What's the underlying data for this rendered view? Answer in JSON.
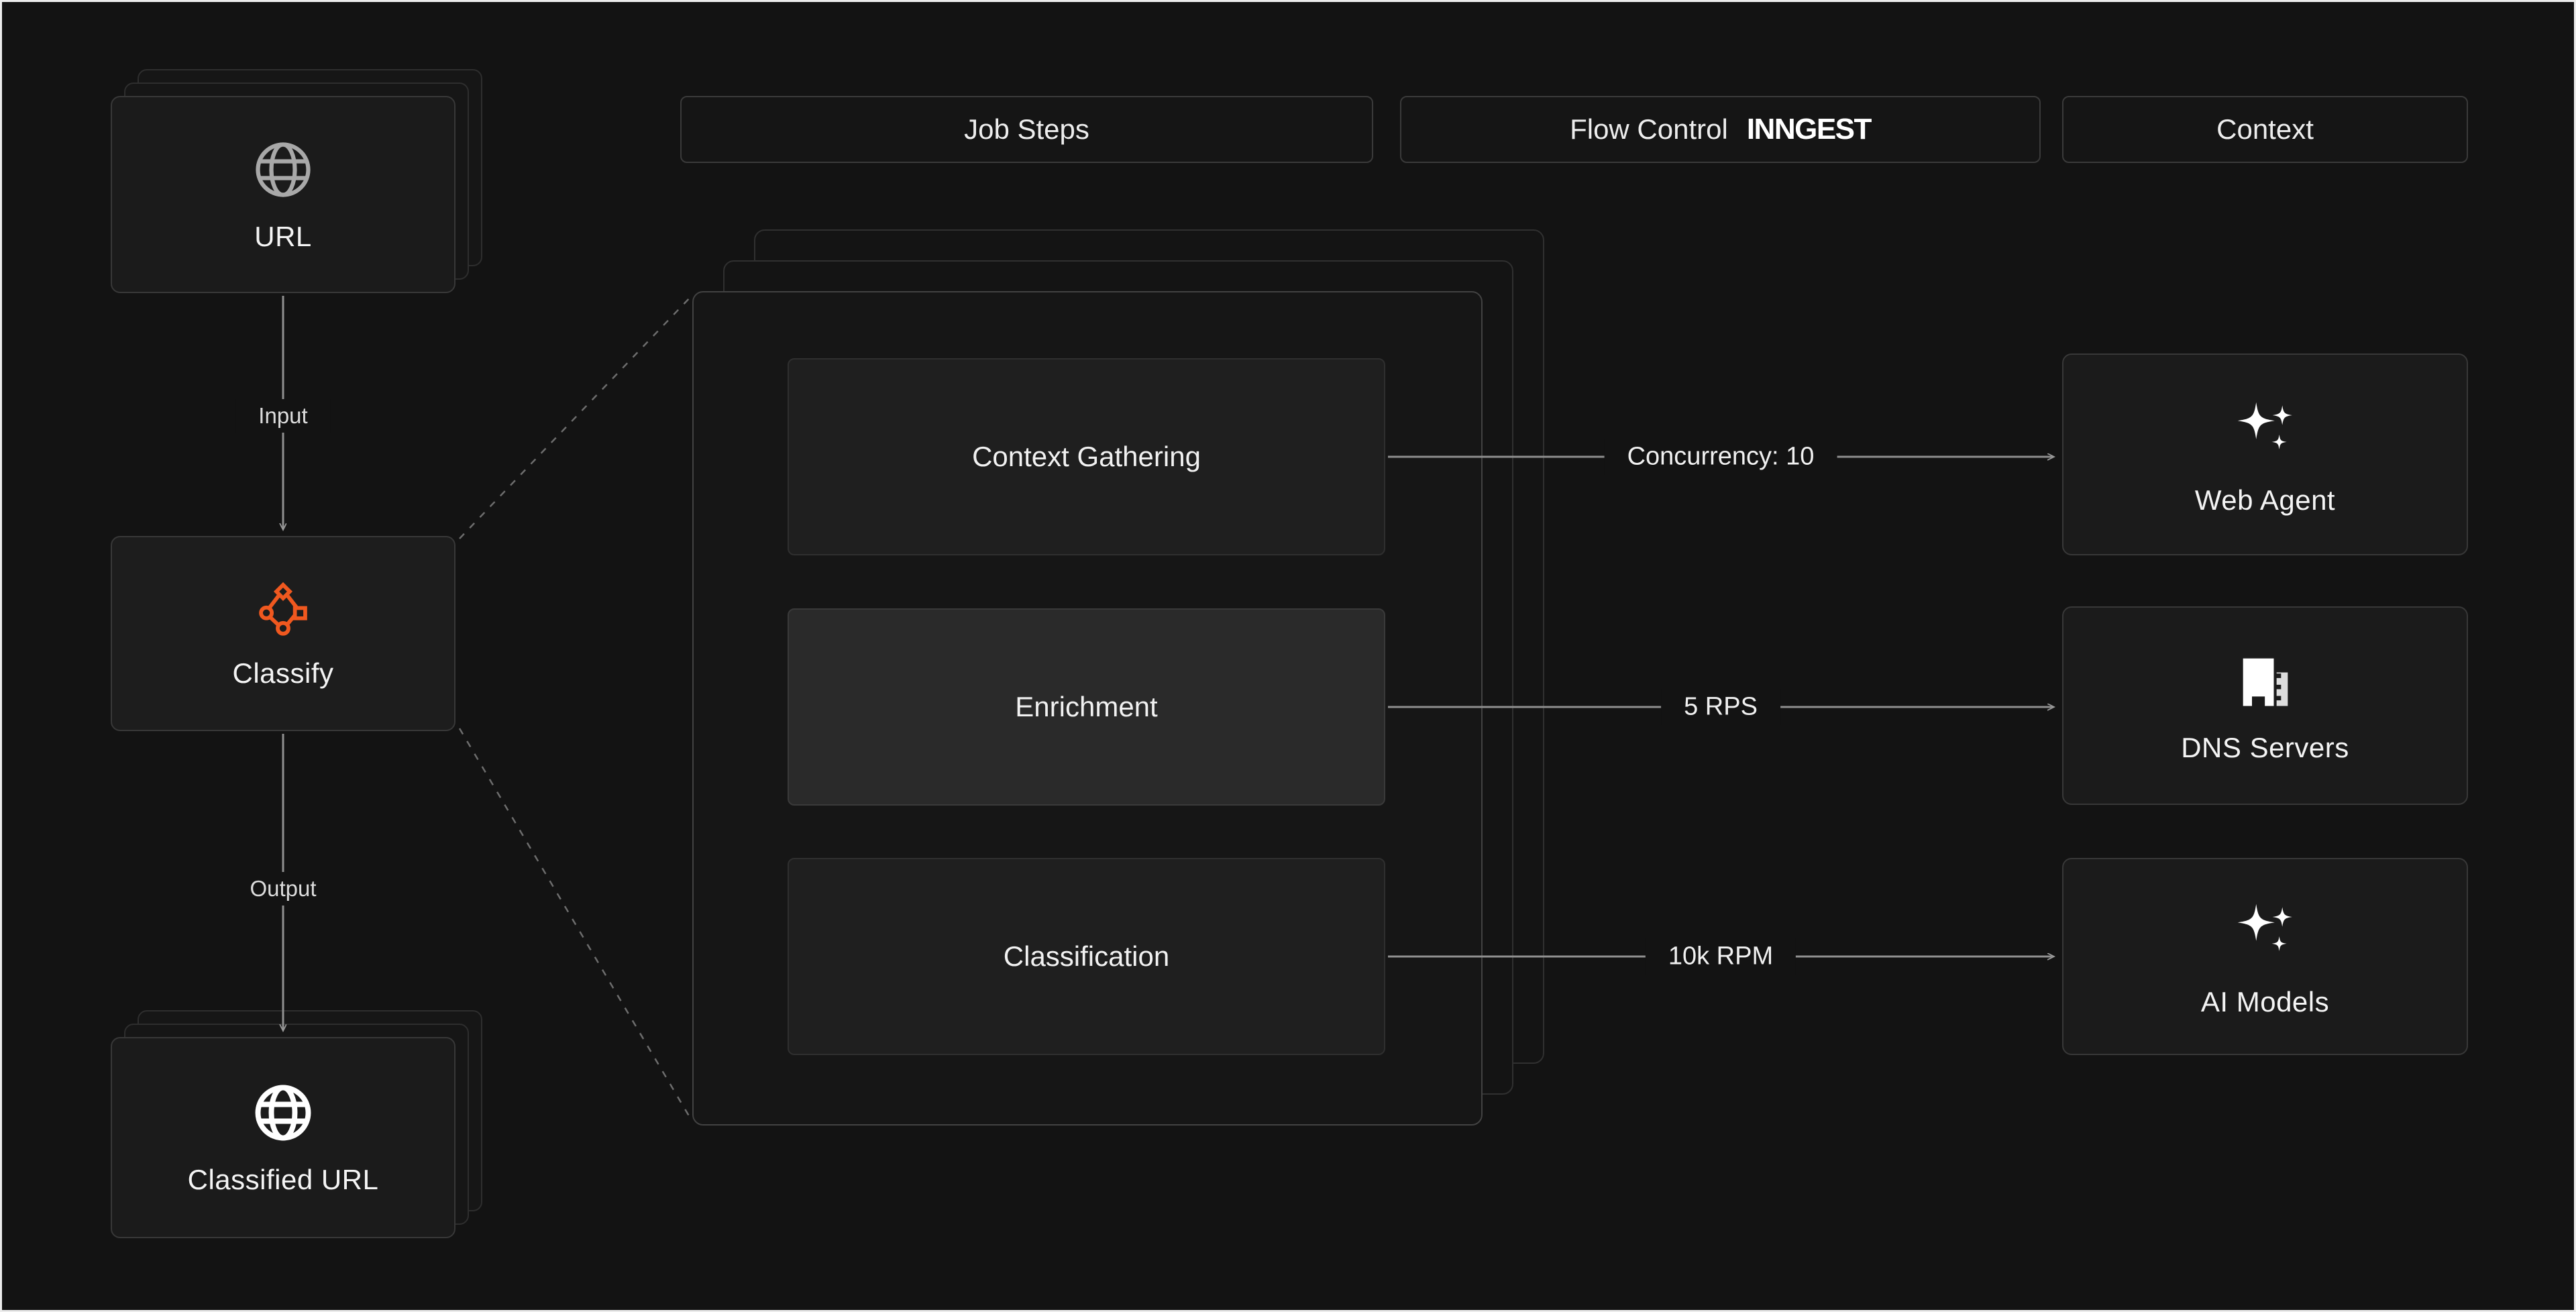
{
  "colors": {
    "background": "#131313",
    "card_fill": "#1b1b1b",
    "accent_orange": "#f0581f",
    "line_gray": "#8f8f8f",
    "text": "#f2f2f2"
  },
  "left": {
    "url_label": "URL",
    "input_label": "Input",
    "classify_label": "Classify",
    "output_label": "Output",
    "classified_label": "Classified URL"
  },
  "headers": {
    "job_steps": "Job Steps",
    "flow_control": "Flow Control",
    "flow_control_brand": "INNGEST",
    "context": "Context"
  },
  "steps": [
    {
      "label": "Context Gathering"
    },
    {
      "label": "Enrichment"
    },
    {
      "label": "Classification"
    }
  ],
  "flows": [
    {
      "label": "Concurrency: 10"
    },
    {
      "label": "5 RPS"
    },
    {
      "label": "10k RPM"
    }
  ],
  "context_nodes": [
    {
      "label": "Web Agent",
      "icon": "sparkle-icon"
    },
    {
      "label": "DNS Servers",
      "icon": "building-icon"
    },
    {
      "label": "AI Models",
      "icon": "sparkle-icon"
    }
  ]
}
